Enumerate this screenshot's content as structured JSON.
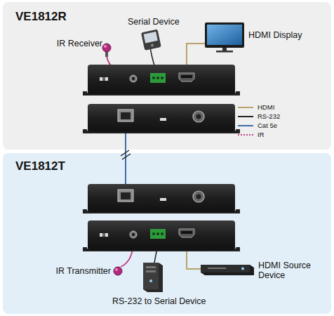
{
  "diagram": {
    "nodes": [
      {
        "text": [
          "VE1812R"
        ]
      },
      {
        "text": [
          "VE1812T"
        ]
      }
    ],
    "labels": [
      "IR Receiver",
      "Serial Device",
      "HDMI Display",
      "IR Transmitter",
      "HDMI Source Device",
      "RS-232 to Serial Device"
    ],
    "legend": [
      {
        "text": "HDMI"
      },
      {
        "text": "RS-232"
      },
      {
        "text": "Cat 5e"
      },
      {
        "text": "IR"
      }
    ]
  }
}
